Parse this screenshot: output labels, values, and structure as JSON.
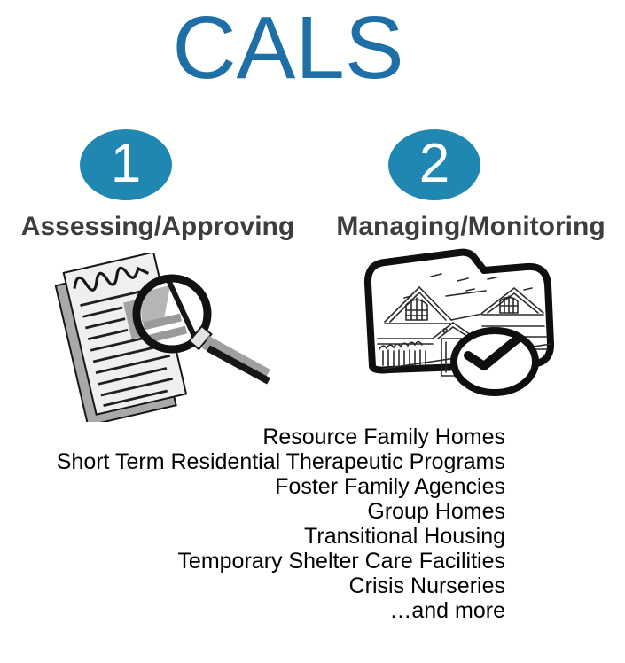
{
  "title": {
    "text": "CALS",
    "color": "#1d6fa5"
  },
  "steps": [
    {
      "number": "1",
      "label": "Assessing/Approving",
      "icon": "document-magnifier-icon"
    },
    {
      "number": "2",
      "label": "Managing/Monitoring",
      "icon": "folder-house-check-icon"
    }
  ],
  "colors": {
    "badge_fill": "#1f87b2",
    "badge_number": "#ffffff",
    "heading_text": "#3d3d3d",
    "list_text": "#000000",
    "background": "#ffffff",
    "clipart_outline": "#111111",
    "clipart_gray": "#a9a9a9"
  },
  "facility_list": {
    "items": [
      "Resource Family Homes",
      "Short Term Residential Therapeutic Programs",
      "Foster Family Agencies",
      "Group Homes",
      "Transitional Housing",
      "Temporary Shelter Care Facilities",
      "Crisis Nurseries",
      "…and more"
    ]
  }
}
